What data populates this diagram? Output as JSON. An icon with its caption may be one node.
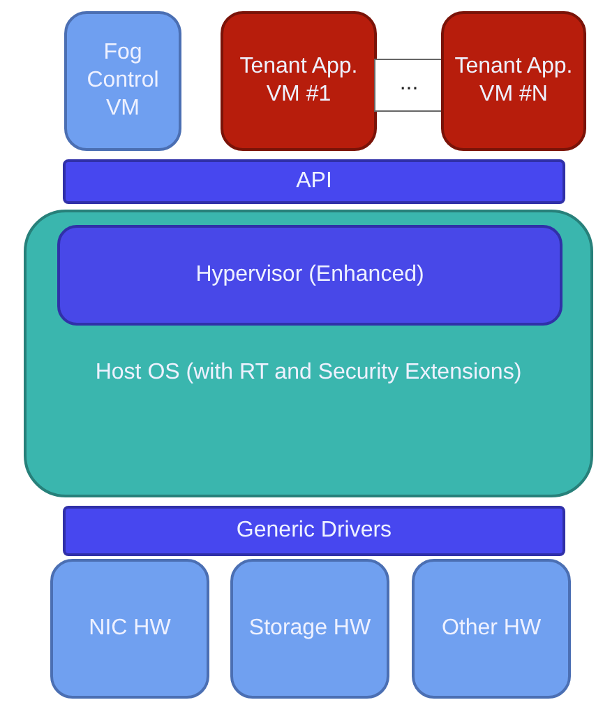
{
  "diagram": {
    "nodes": [
      {
        "text": [
          "Fog Control VM"
        ]
      },
      {
        "text": [
          "Tenant App. VM #1"
        ]
      },
      {
        "text": [
          "..."
        ]
      },
      {
        "text": [
          "Tenant App. VM #N"
        ]
      },
      {
        "text": [
          "API"
        ]
      },
      {
        "text": [
          "Host OS (with RT and Security Extensions)"
        ]
      },
      {
        "text": [
          "Hypervisor (Enhanced)"
        ],
        "in": 5
      },
      {
        "text": [
          "Generic Drivers"
        ]
      },
      {
        "text": [
          "NIC HW"
        ]
      },
      {
        "text": [
          "Storage HW"
        ]
      },
      {
        "text": [
          "Other HW"
        ]
      }
    ],
    "edges": []
  }
}
